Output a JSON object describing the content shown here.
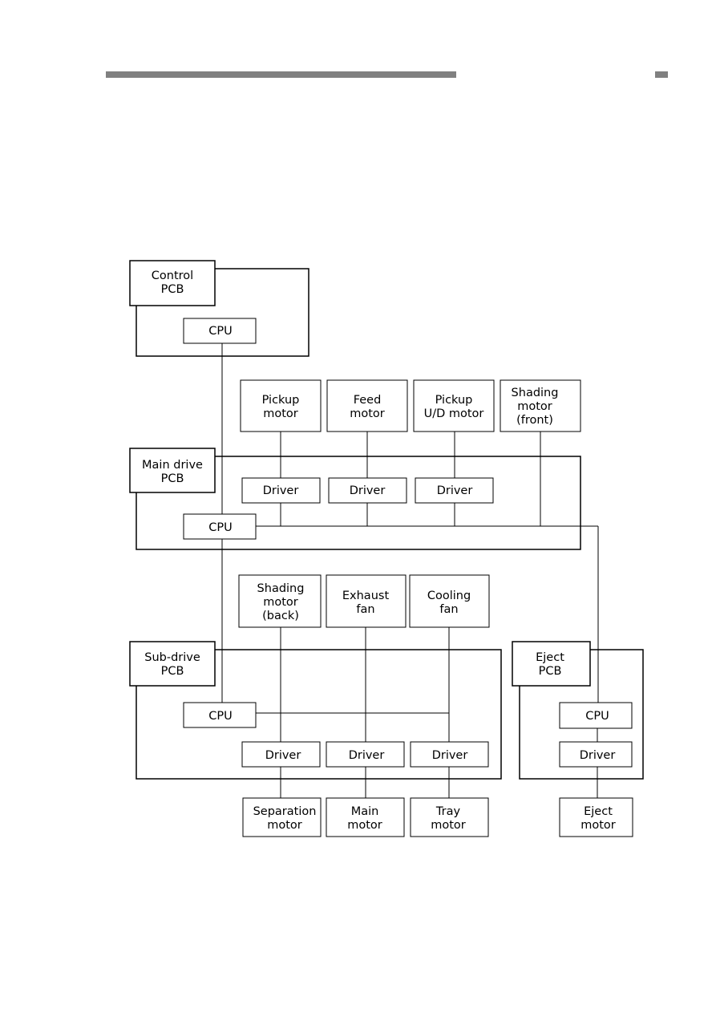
{
  "header": {
    "rule_color": "#808080"
  },
  "diagram": {
    "control_pcb": [
      "Control",
      "PCB"
    ],
    "control_cpu": "CPU",
    "pickup_motor": [
      "Pickup",
      "motor"
    ],
    "feed_motor": [
      "Feed",
      "motor"
    ],
    "pickup_ud_motor": [
      "Pickup",
      "U/D motor"
    ],
    "shading_motor_front": [
      "Shading",
      "motor",
      "(front)"
    ],
    "main_drive_pcb": [
      "Main drive",
      "PCB"
    ],
    "main_drivers": [
      "Driver",
      "Driver",
      "Driver"
    ],
    "main_cpu": "CPU",
    "shading_motor_back": [
      "Shading",
      "motor",
      "(back)"
    ],
    "exhaust_fan": [
      "Exhaust",
      "fan"
    ],
    "cooling_fan": [
      "Cooling",
      "fan"
    ],
    "sub_drive_pcb": [
      "Sub-drive",
      "PCB"
    ],
    "sub_cpu": "CPU",
    "sub_drivers": [
      "Driver",
      "Driver",
      "Driver"
    ],
    "separation_motor": [
      "Separation",
      "motor"
    ],
    "main_motor": [
      "Main",
      "motor"
    ],
    "tray_motor": [
      "Tray",
      "motor"
    ],
    "eject_pcb": [
      "Eject",
      "PCB"
    ],
    "eject_cpu": "CPU",
    "eject_driver": "Driver",
    "eject_motor": [
      "Eject",
      "motor"
    ]
  }
}
